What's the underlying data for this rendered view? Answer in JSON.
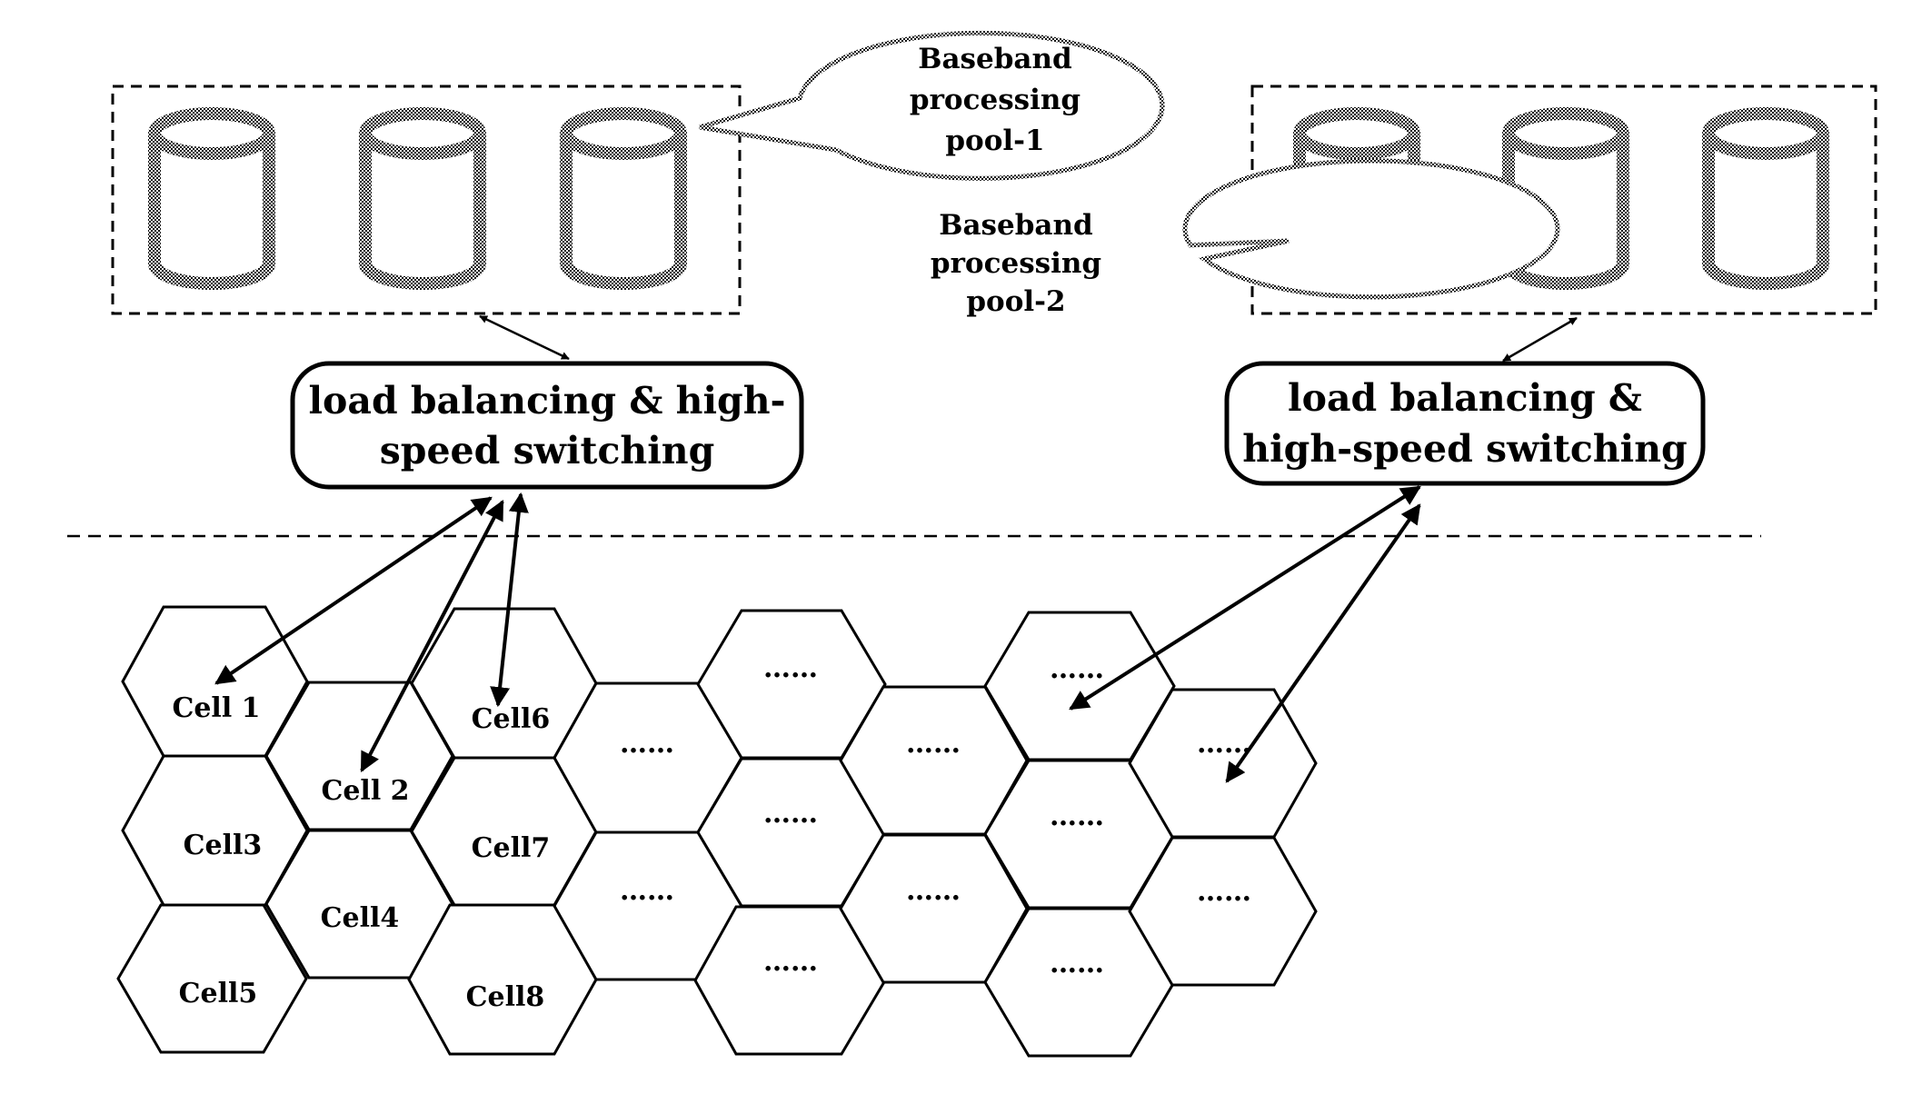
{
  "pools": [
    {
      "name": "Baseband processing pool-1",
      "lines": [
        "Baseband",
        "processing",
        "pool-1"
      ]
    },
    {
      "name": "Baseband processing pool-2",
      "lines": [
        "Baseband",
        "processing",
        "pool-2"
      ]
    }
  ],
  "switches": [
    {
      "lines": [
        "load balancing & high-",
        "speed switching"
      ]
    },
    {
      "lines": [
        "load balancing &",
        "high-speed switching"
      ]
    }
  ],
  "cells": {
    "cell1": "Cell 1",
    "cell2": "Cell 2",
    "cell3": "Cell3",
    "cell4": "Cell4",
    "cell5": "Cell5",
    "cell6": "Cell6",
    "cell7": "Cell7",
    "cell8": "Cell8",
    "ellipsis": "……"
  }
}
